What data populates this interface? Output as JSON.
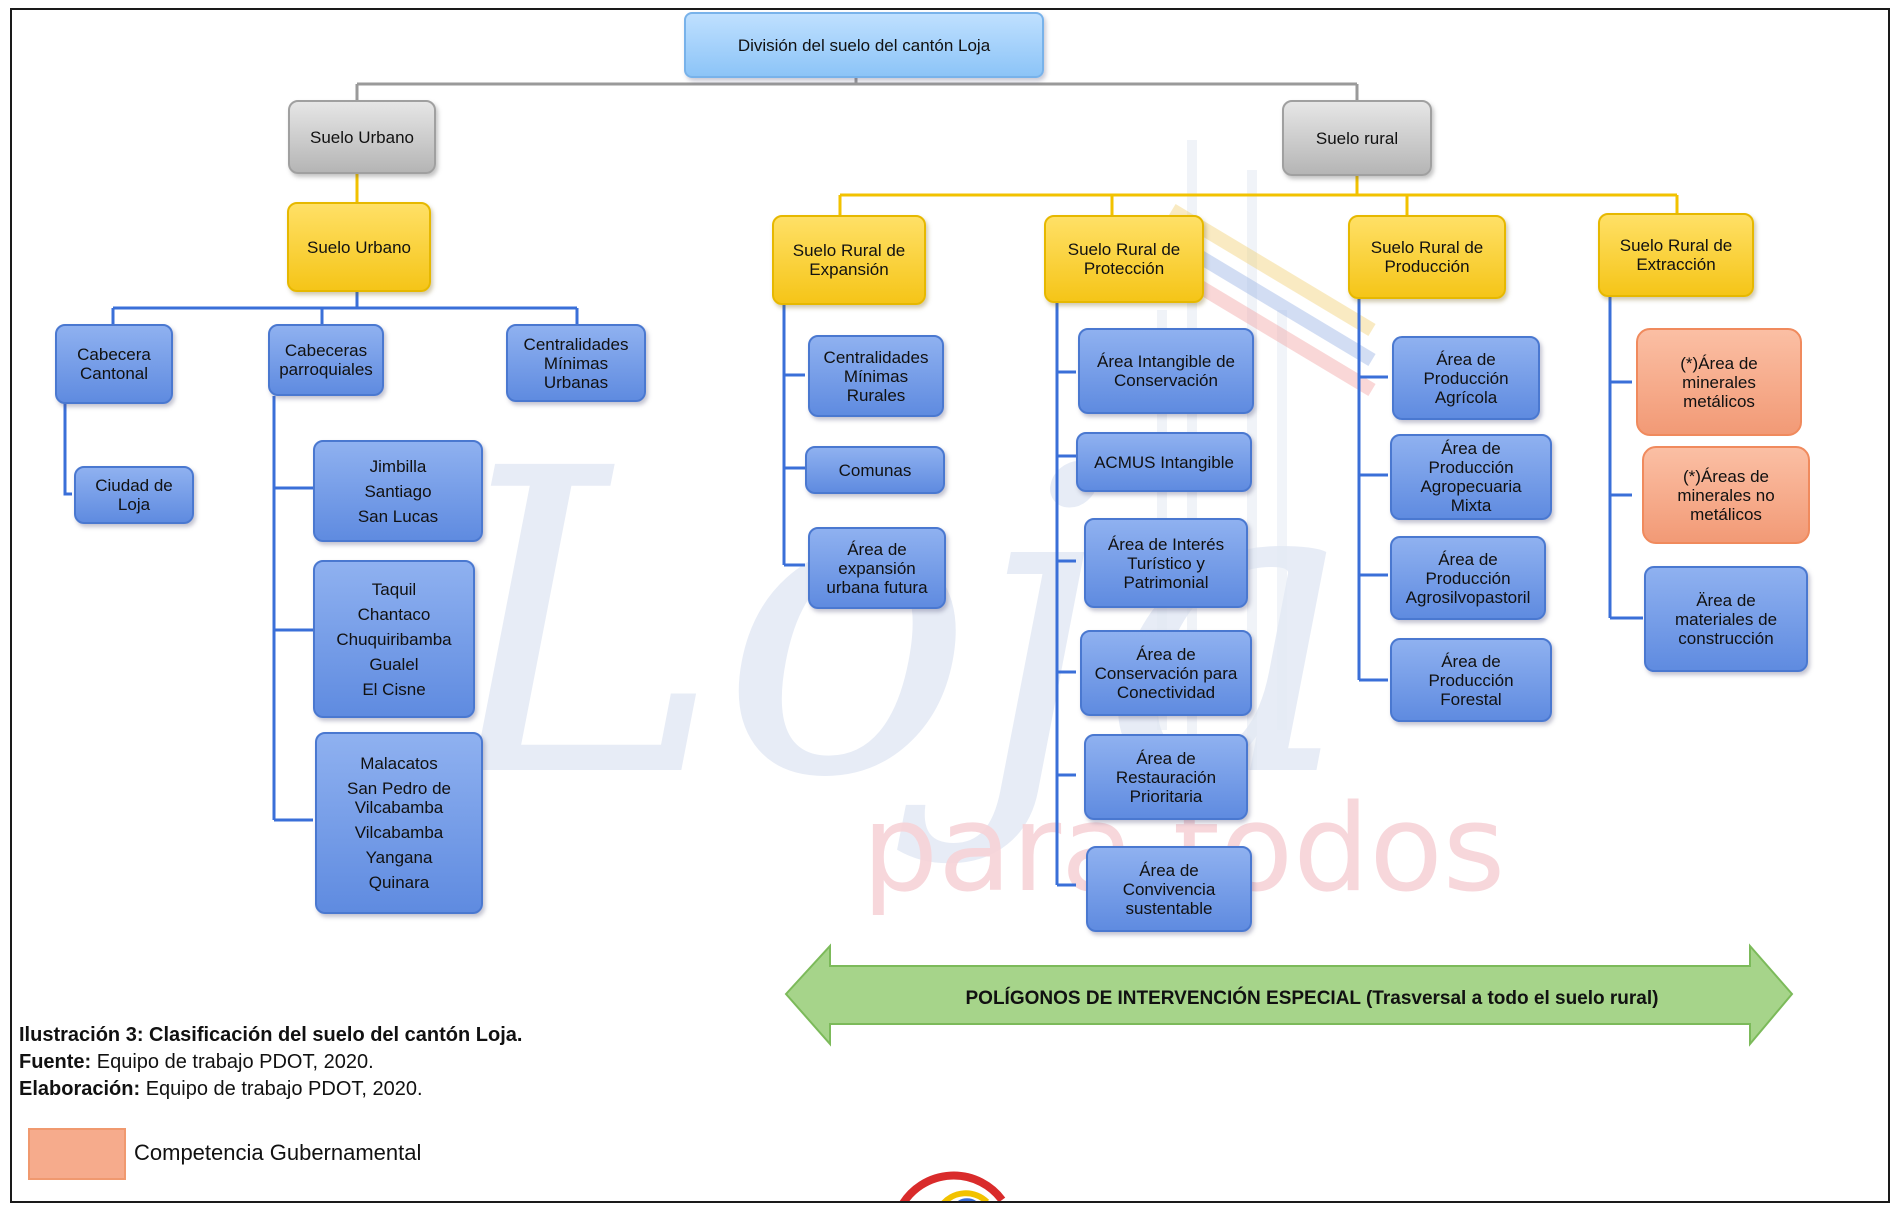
{
  "root": {
    "label": "División del suelo del cantón Loja"
  },
  "urban": {
    "grey_label": "Suelo Urbano",
    "gold_label": "Suelo Urbano",
    "cabecera_cantonal": {
      "line1": "Cabecera",
      "line2": "Cantonal"
    },
    "ciudad": {
      "line1": "Ciudad de",
      "line2": "Loja"
    },
    "cabeceras_parroquiales": {
      "line1": "Cabeceras",
      "line2": "parroquiales"
    },
    "centralidades_urbanas": {
      "line1": "Centralidades",
      "line2": "Mínimas",
      "line3": "Urbanas"
    },
    "parroquias_group1": [
      "Jimbilla",
      "Santiago",
      "San Lucas"
    ],
    "parroquias_group2": [
      "Taquil",
      "Chantaco",
      "Chuquiribamba",
      "Gualel",
      "El Cisne"
    ],
    "parroquias_group3": [
      "Malacatos",
      "San  Pedro de Vilcabamba",
      "Vilcabamba",
      "Yangana",
      "Quinara"
    ]
  },
  "rural": {
    "grey_label": "Suelo rural",
    "expansion": {
      "title1": "Suelo Rural de",
      "title2": "Expansión",
      "item1": {
        "line1": "Centralidades",
        "line2": "Mínimas",
        "line3": "Rurales"
      },
      "item2": "Comunas",
      "item3": {
        "line1": "Área de",
        "line2": "expansión",
        "line3": "urbana futura"
      }
    },
    "proteccion": {
      "title1": "Suelo Rural de",
      "title2": "Protección",
      "item1": {
        "line1": "Área Intangible de",
        "line2": "Conservación"
      },
      "item2": "ACMUS Intangible",
      "item3": {
        "line1": "Área de Interés",
        "line2": "Turístico y",
        "line3": "Patrimonial"
      },
      "item4": {
        "line1": "Área de",
        "line2": "Conservación para",
        "line3": "Conectividad"
      },
      "item5": {
        "line1": "Área de",
        "line2": "Restauración",
        "line3": "Prioritaria"
      },
      "item6": {
        "line1": "Área de",
        "line2": "Convivencia",
        "line3": "sustentable"
      }
    },
    "produccion": {
      "title1": "Suelo Rural de",
      "title2": "Producción",
      "item1": {
        "line1": "Área de",
        "line2": "Producción",
        "line3": "Agrícola"
      },
      "item2": {
        "line1": "Área de",
        "line2": "Producción",
        "line3": "Agropecuaria",
        "line4": "Mixta"
      },
      "item3": {
        "line1": "Área de",
        "line2": "Producción",
        "line3": "Agrosilvopastoril"
      },
      "item4": {
        "line1": "Área de",
        "line2": "Producción",
        "line3": "Forestal"
      }
    },
    "extraccion": {
      "title1": "Suelo Rural de",
      "title2": "Extracción",
      "item1": {
        "line1": "(*)Área de",
        "line2": "minerales",
        "line3": "metálicos"
      },
      "item2": {
        "line1": "(*)Áreas de",
        "line2": "minerales no",
        "line3": "metálicos"
      },
      "item3": {
        "line1": "Ärea de",
        "line2": "materiales de",
        "line3": "construcción"
      }
    }
  },
  "banner": "POLÍGONOS DE INTERVENCIÓN ESPECIAL (Trasversal a todo el suelo rural)",
  "caption": {
    "title": "Ilustración 3: Clasificación del suelo del cantón Loja.",
    "fuente_label": "Fuente:",
    "fuente_value": " Equipo de trabajo PDOT, 2020.",
    "elaboracion_label": "Elaboración:",
    "elaboracion_value": " Equipo de trabajo PDOT, 2020."
  },
  "legend": {
    "label": "Competencia Gubernamental",
    "color": "#f6ab8c"
  },
  "colors": {
    "urban_line": "#3a6fd8",
    "gold_line": "#f2c200",
    "grey_line": "#9a9a9a",
    "blue_box": "#6f97e6",
    "gold_box": "#f7cb25",
    "salmon_box": "#f6ab8c",
    "banner_green": "#9cd080"
  },
  "watermark": {
    "text1": "Loja",
    "text2": "para todos"
  }
}
